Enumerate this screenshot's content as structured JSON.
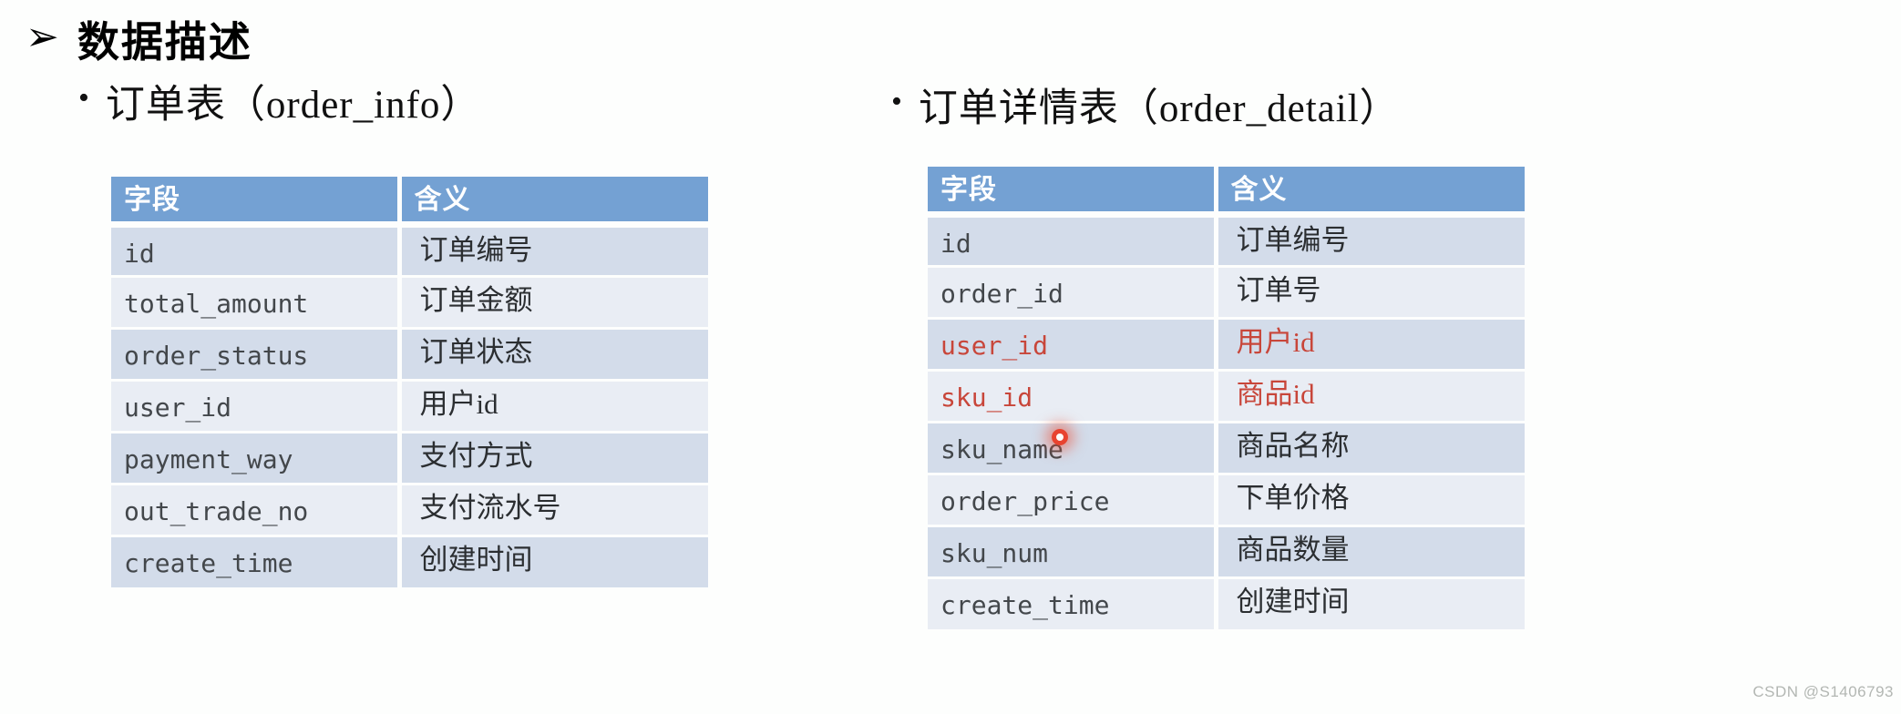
{
  "title": {
    "bullet": "➢",
    "text": "数据描述"
  },
  "sections": [
    {
      "bullet": "•",
      "heading": "订单表（order_info）",
      "columns": [
        "字段",
        "含义"
      ],
      "rows": [
        {
          "field": "id",
          "meaning": "订单编号",
          "highlight": false
        },
        {
          "field": "total_amount",
          "meaning": "订单金额",
          "highlight": false
        },
        {
          "field": "order_status",
          "meaning": "订单状态",
          "highlight": false
        },
        {
          "field": "user_id",
          "meaning": "用户id",
          "highlight": false
        },
        {
          "field": "payment_way",
          "meaning": "支付方式",
          "highlight": false
        },
        {
          "field": "out_trade_no",
          "meaning": "支付流水号",
          "highlight": false
        },
        {
          "field": "create_time",
          "meaning": "创建时间",
          "highlight": false
        }
      ]
    },
    {
      "bullet": "•",
      "heading": "订单详情表（order_detail）",
      "columns": [
        "字段",
        "含义"
      ],
      "rows": [
        {
          "field": "id",
          "meaning": "订单编号",
          "highlight": false
        },
        {
          "field": "order_id",
          "meaning": "订单号",
          "highlight": false
        },
        {
          "field": "user_id",
          "meaning": "用户id",
          "highlight": true
        },
        {
          "field": "sku_id",
          "meaning": "商品id",
          "highlight": true
        },
        {
          "field": "sku_name",
          "meaning": "商品名称",
          "highlight": false
        },
        {
          "field": "order_price",
          "meaning": "下单价格",
          "highlight": false
        },
        {
          "field": "sku_num",
          "meaning": "商品数量",
          "highlight": false
        },
        {
          "field": "create_time",
          "meaning": "创建时间",
          "highlight": false
        }
      ]
    }
  ],
  "watermark": "CSDN @S1406793",
  "colors": {
    "header_bg": "#74A1D3",
    "row_dark": "#D3DCEA",
    "row_light": "#E9EDF4",
    "highlight_red": "#C8463A",
    "laser_red": "#E8432F",
    "background": "#FDFEFD"
  }
}
